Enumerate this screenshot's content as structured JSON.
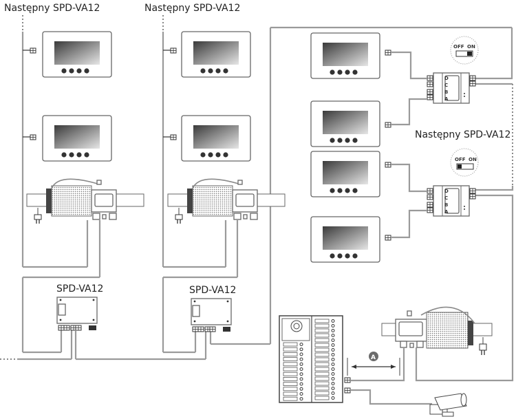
{
  "labels": {
    "next_left": "Następny SPD-VA12",
    "next_middle": "Następny SPD-VA12",
    "next_right": "Następny SPD-VA12",
    "spd_left": "SPD-VA12",
    "spd_middle": "SPD-VA12",
    "distance_marker": "A"
  },
  "switches": [
    {
      "off_label": "OFF",
      "on_label": "ON",
      "state": "ON"
    },
    {
      "off_label": "OFF",
      "on_label": "ON",
      "state": "OFF"
    }
  ],
  "distributor_terminals": [
    "A",
    "B",
    "C",
    "D"
  ],
  "components": {
    "monitors": 8,
    "power_supplies": 3,
    "spd_va12_boxes": 2,
    "distributors": 2,
    "door_panel": 1,
    "camera": 1
  }
}
